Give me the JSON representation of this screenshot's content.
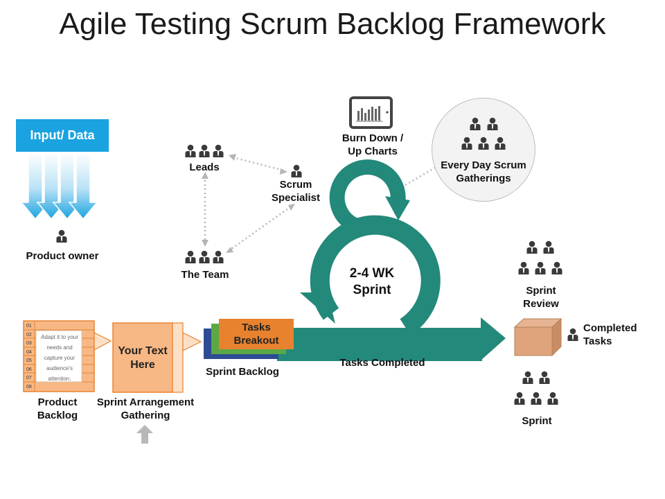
{
  "title": "Agile Testing Scrum Backlog Framework",
  "input_box": {
    "label": "Input/ Data"
  },
  "roles": {
    "product_owner": "Product owner",
    "leads": "Leads",
    "scrum_specialist": [
      "Scrum",
      "Specialist"
    ],
    "the_team": "The Team",
    "burn_down": [
      "Burn Down /",
      "Up Charts"
    ],
    "every_day": [
      "Every Day Scrum",
      "Gatherings"
    ],
    "sprint_review": [
      "Sprint",
      "Review"
    ],
    "completed_tasks": [
      "Completed",
      "Tasks"
    ],
    "sprint": "Sprint"
  },
  "sprint_cycle": {
    "line1": "2-4 WK",
    "line2": "Sprint"
  },
  "backlog": {
    "numbers": [
      "01",
      "02",
      "03",
      "04",
      "05",
      "06",
      "07",
      "08"
    ],
    "note": "Adapt it to your needs and capture your audience's attention.",
    "label": [
      "Product",
      "Backlog"
    ]
  },
  "your_text": "Your Text Here",
  "sprint_arrangement": [
    "Sprint Arrangement",
    "Gathering"
  ],
  "tasks_breakout": "Tasks Breakout",
  "sprint_backlog": "Sprint Backlog",
  "tasks_completed": "Tasks Completed",
  "colors": {
    "accent_blue": "#1aa3e0",
    "teal": "#23897a",
    "orange": "#e8822e",
    "green": "#5aa846",
    "navy": "#2e4c93",
    "peach": "#f7b885"
  }
}
